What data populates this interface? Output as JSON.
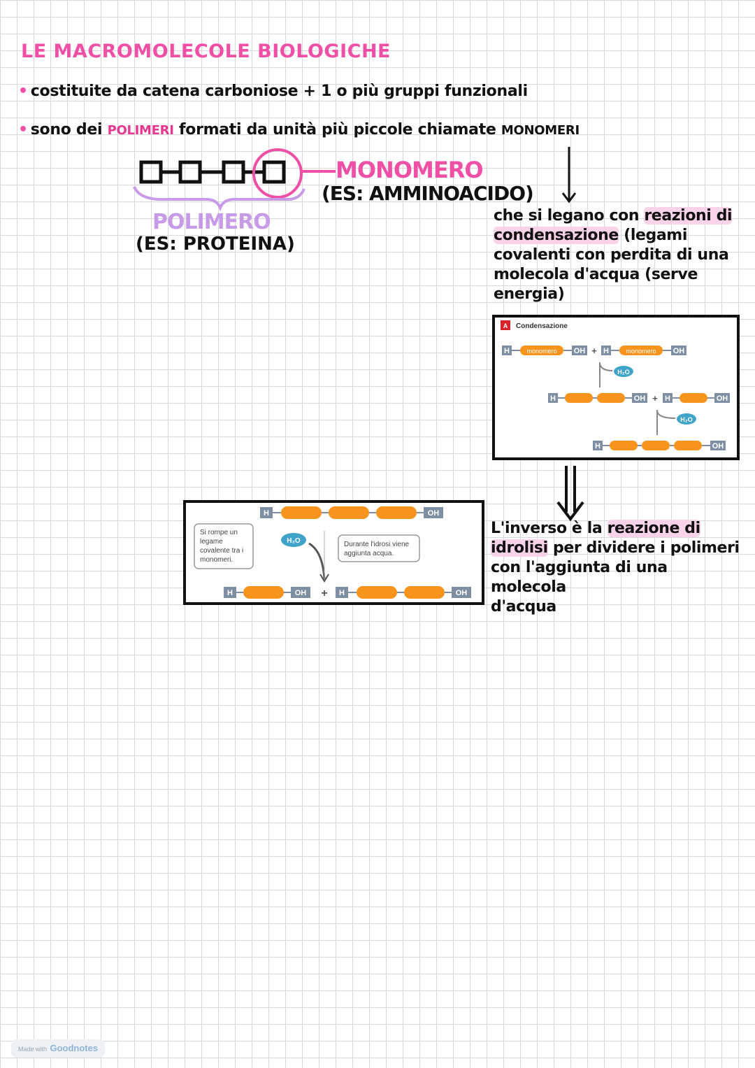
{
  "title": "LE MACROMOLECOLE BIOLOGICHE",
  "bullets": {
    "b1": "costituite da catena carboniose + 1 o più gruppi funzionali",
    "b2_pre": "sono dei ",
    "b2_polimeri": "POLIMERI",
    "b2_mid": " formati da unità più piccole chiamate ",
    "b2_monomeri": "MONOMERI"
  },
  "sketch": {
    "monomero": "MONOMERO",
    "monomero_es": "(ES: AMMINOACIDO)",
    "polimero": "POLIMERO",
    "polimero_es": "(ES: PROTEINA)"
  },
  "notes": {
    "cond_1": "che si legano con ",
    "cond_2": "reazioni di",
    "cond_3": "condensazione",
    "cond_4": " (legami",
    "cond_5": "covalenti con perdita di una",
    "cond_6": "molecola d'acqua (serve",
    "cond_7": "energia)",
    "idro_1": "L'inverso è la ",
    "idro_2": "reazione di",
    "idro_3": "idrolisi",
    "idro_4": " per dividere i polimeri",
    "idro_5": "con l'aggiunta di una molecola",
    "idro_6": "d'acqua"
  },
  "condensation_figure": {
    "badge": "A",
    "title": "Condensazione",
    "monomer_label": "monomero",
    "h": "H",
    "oh": "OH",
    "plus": "+",
    "water": "H₂O"
  },
  "hydrolysis_figure": {
    "callout_left": [
      "Si rompe un",
      "legame",
      "covalente tra i",
      "monomeri."
    ],
    "callout_right": [
      "Durante l'idrosi viene",
      "aggiunta acqua."
    ],
    "h": "H",
    "oh": "OH",
    "plus": "+",
    "water": "H₂O"
  },
  "footer": {
    "made_with": "Made with",
    "brand": "Goodnotes"
  },
  "colors": {
    "accent_pink": "#f04fa6",
    "lavender": "#c79be8",
    "orange": "#f7941d",
    "tag_gray": "#7f8fa3",
    "water_blue": "#3fa4c9"
  }
}
